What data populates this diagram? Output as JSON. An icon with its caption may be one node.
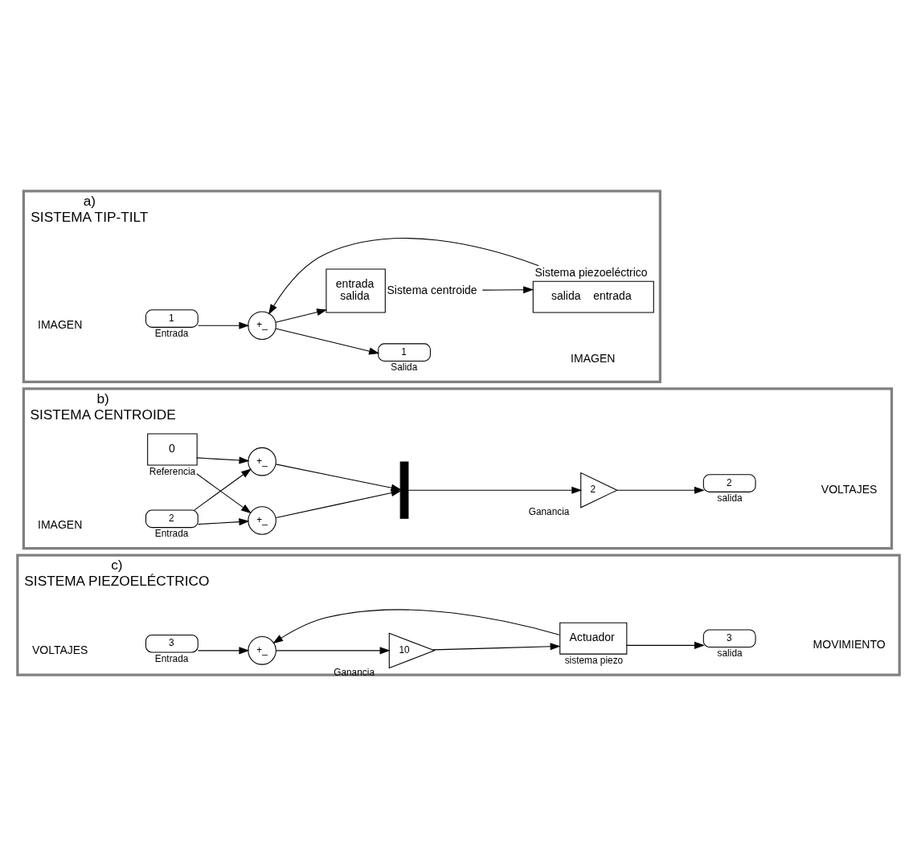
{
  "diagram": {
    "nodes": [
      {
        "text": [
          "a)",
          "SISTEMA TIP-TILT"
        ]
      },
      {
        "text": [
          "1"
        ],
        "beside": [
          "Entrada"
        ],
        "in": 0
      },
      {
        "text": [
          "+_"
        ],
        "in": 0
      },
      {
        "text": [
          "1"
        ],
        "beside": [
          "Salida"
        ],
        "in": 0
      },
      {
        "text": [
          "entrada",
          "salida"
        ],
        "beside": [
          "Sistema centroide"
        ],
        "in": 0
      },
      {
        "text": [
          "Sistema piezoeléctrico",
          "salida",
          "entrada"
        ],
        "in": 0
      },
      {
        "text": [
          "b)",
          "SISTEMA CENTROIDE"
        ]
      },
      {
        "text": [
          "2"
        ],
        "beside": [
          "Entrada"
        ],
        "in": 6
      },
      {
        "text": [
          "+_"
        ],
        "in": 6
      },
      {
        "text": [
          "0"
        ],
        "beside": [
          "Referencia"
        ],
        "in": 6
      },
      {
        "text": [
          "+_"
        ],
        "in": 6
      },
      {
        "text": [],
        "shape": "bar",
        "in": 6
      },
      {
        "text": [
          "2"
        ],
        "beside": [
          "Ganancia"
        ],
        "in": 6
      },
      {
        "text": [
          "2"
        ],
        "beside": [
          "salida"
        ],
        "in": 6
      },
      {
        "text": [
          "c)",
          "SISTEMA PIEZOELÉCTRICO"
        ]
      },
      {
        "text": [
          "3"
        ],
        "beside": [
          "Entrada"
        ],
        "in": 14
      },
      {
        "text": [
          "+_"
        ],
        "in": 14
      },
      {
        "text": [
          "10"
        ],
        "beside": [
          "Ganancia"
        ],
        "in": 14
      },
      {
        "text": [
          "Actuador"
        ],
        "beside": [
          "sistema piezo"
        ],
        "in": 14
      },
      {
        "text": [
          "3"
        ],
        "beside": [
          "salida"
        ],
        "in": 14
      }
    ],
    "edges": [
      {
        "from": 1,
        "to": 2,
        "arrow": "to"
      },
      {
        "from": 2,
        "to": 3,
        "arrow": "to"
      },
      {
        "from": 2,
        "to": 4,
        "arrow": "to"
      },
      {
        "from": 4,
        "to": 5,
        "arrow": "to"
      },
      {
        "from": 5,
        "to": 2,
        "arrow": "to"
      },
      {
        "from": 7,
        "to": 8,
        "arrow": "to"
      },
      {
        "from": 7,
        "to": 10,
        "arrow": "to"
      },
      {
        "from": 9,
        "to": 8,
        "arrow": "to"
      },
      {
        "from": 9,
        "to": 10,
        "arrow": "to"
      },
      {
        "from": 8,
        "to": 11,
        "arrow": "to"
      },
      {
        "from": 10,
        "to": 11,
        "arrow": "to"
      },
      {
        "from": 11,
        "to": 12,
        "arrow": "to"
      },
      {
        "from": 12,
        "to": 13,
        "arrow": "to"
      },
      {
        "from": 15,
        "to": 16,
        "arrow": "to"
      },
      {
        "from": 16,
        "to": 17,
        "arrow": "to"
      },
      {
        "from": 17,
        "to": 18,
        "arrow": "to"
      },
      {
        "from": 18,
        "to": 19,
        "arrow": "to"
      },
      {
        "from": 18,
        "to": 16,
        "arrow": "to"
      }
    ],
    "labels": [
      "IMAGEN",
      "IMAGEN",
      "IMAGEN",
      "VOLTAJES",
      "VOLTAJES",
      "MOVIMIENTO"
    ]
  }
}
